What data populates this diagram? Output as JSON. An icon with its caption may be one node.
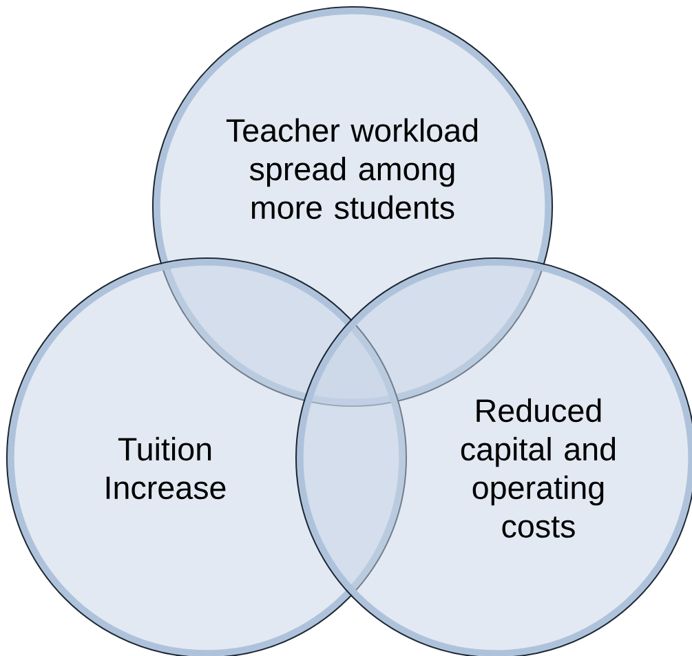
{
  "diagram": {
    "nodes": [
      {
        "text": [
          "Teacher workload spread among more students"
        ]
      },
      {
        "text": [
          "Tuition Increase"
        ]
      },
      {
        "text": [
          "Reduced capital and operating costs"
        ]
      }
    ]
  }
}
